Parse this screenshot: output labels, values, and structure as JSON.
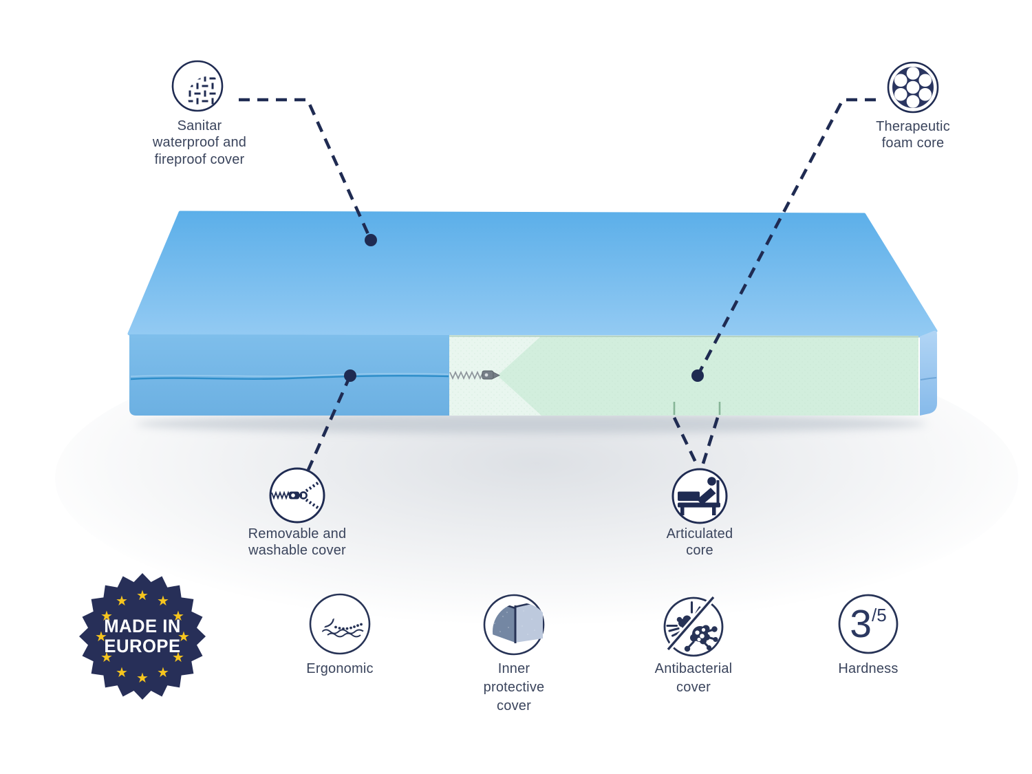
{
  "callouts": {
    "sanitar": {
      "label": "Sanitar\nwaterproof and\nfireproof cover"
    },
    "therapeutic": {
      "label": "Therapeutic\nfoam core"
    },
    "removable": {
      "label": "Removable and\nwashable cover"
    },
    "articulated": {
      "label": "Articulated\ncore"
    }
  },
  "badge": {
    "line1": "MADE IN",
    "line2": "EUROPE"
  },
  "features": {
    "ergonomic": {
      "label": "Ergonomic"
    },
    "inner": {
      "label": "Inner\nprotective\ncover"
    },
    "antibacterial": {
      "label": "Antibacterial\ncover"
    },
    "hardness": {
      "label": "Hardness",
      "value": "3",
      "scale": "/5"
    }
  },
  "icons": [
    "woven-fabric-icon",
    "foam-core-icon",
    "zipper-icon",
    "articulated-bed-icon",
    "ergonomic-body-icon",
    "protective-layers-icon",
    "no-bacteria-icon",
    "hardness-score-icon",
    "made-in-europe-badge"
  ],
  "colors": {
    "navy": "#1f2b52",
    "text": "#3a445c",
    "mattress_top_blue": "#6db8ee",
    "mattress_front_blue": "#74b7e8",
    "mattress_side_blue": "#9cc8f0",
    "seam_blue": "#2a8bc7",
    "foam_green": "#e9f6ef",
    "foam_green_arrow": "#d2eedd",
    "badge_navy": "#272f58",
    "star_yellow": "#f6c51e"
  }
}
